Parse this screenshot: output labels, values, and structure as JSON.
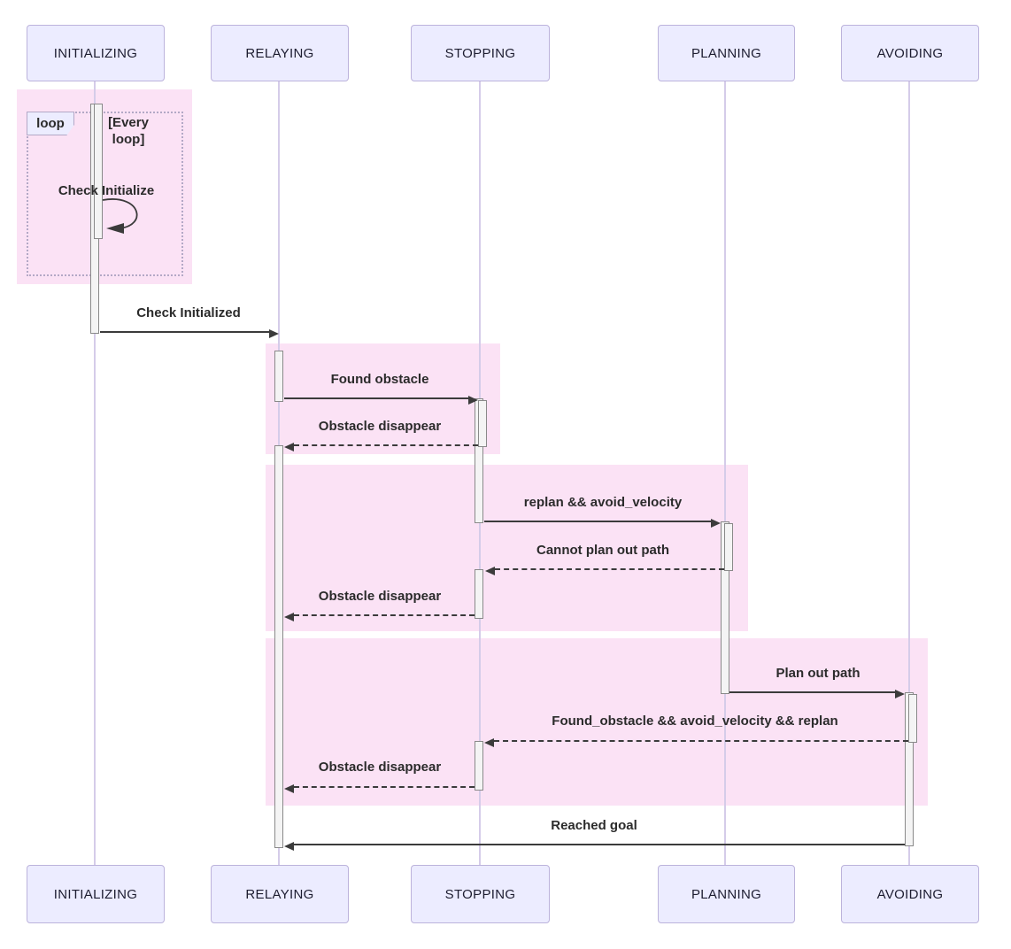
{
  "diagram_type": "sequence-diagram",
  "participants": [
    {
      "id": "initializing",
      "label": "INITIALIZING"
    },
    {
      "id": "relaying",
      "label": "RELAYING"
    },
    {
      "id": "stopping",
      "label": "STOPPING"
    },
    {
      "id": "planning",
      "label": "PLANNING"
    },
    {
      "id": "avoiding",
      "label": "AVOIDING"
    }
  ],
  "loop": {
    "label": "loop",
    "condition": "[Every loop]"
  },
  "messages": [
    {
      "text": "Check Initialize",
      "from": "INITIALIZING",
      "to": "INITIALIZING",
      "style": "solid-self"
    },
    {
      "text": "Check Initialized",
      "from": "INITIALIZING",
      "to": "RELAYING",
      "style": "solid"
    },
    {
      "text": "Found obstacle",
      "from": "RELAYING",
      "to": "STOPPING",
      "style": "solid"
    },
    {
      "text": "Obstacle disappear",
      "from": "STOPPING",
      "to": "RELAYING",
      "style": "dashed"
    },
    {
      "text": "replan && avoid_velocity",
      "from": "STOPPING",
      "to": "PLANNING",
      "style": "solid"
    },
    {
      "text": "Cannot plan out path",
      "from": "PLANNING",
      "to": "STOPPING",
      "style": "dashed"
    },
    {
      "text": "Obstacle disappear",
      "from": "STOPPING",
      "to": "RELAYING",
      "style": "dashed"
    },
    {
      "text": "Plan out path",
      "from": "PLANNING",
      "to": "AVOIDING",
      "style": "solid"
    },
    {
      "text": "Found_obstacle && avoid_velocity && replan",
      "from": "AVOIDING",
      "to": "STOPPING",
      "style": "dashed"
    },
    {
      "text": "Obstacle disappear",
      "from": "STOPPING",
      "to": "RELAYING",
      "style": "dashed"
    },
    {
      "text": "Reached goal",
      "from": "AVOIDING",
      "to": "RELAYING",
      "style": "solid"
    }
  ],
  "colors": {
    "participant-fill": "#ececff",
    "participant-border": "#bcb3dc",
    "highlight": "#fbe2f5",
    "activation-fill": "#f4f4f4",
    "activation-border": "#898989",
    "lifeline": "#d5cce9",
    "arrow": "#3b3b3b",
    "text": "#2b2b2b",
    "loop-border": "#b3a8c6"
  }
}
